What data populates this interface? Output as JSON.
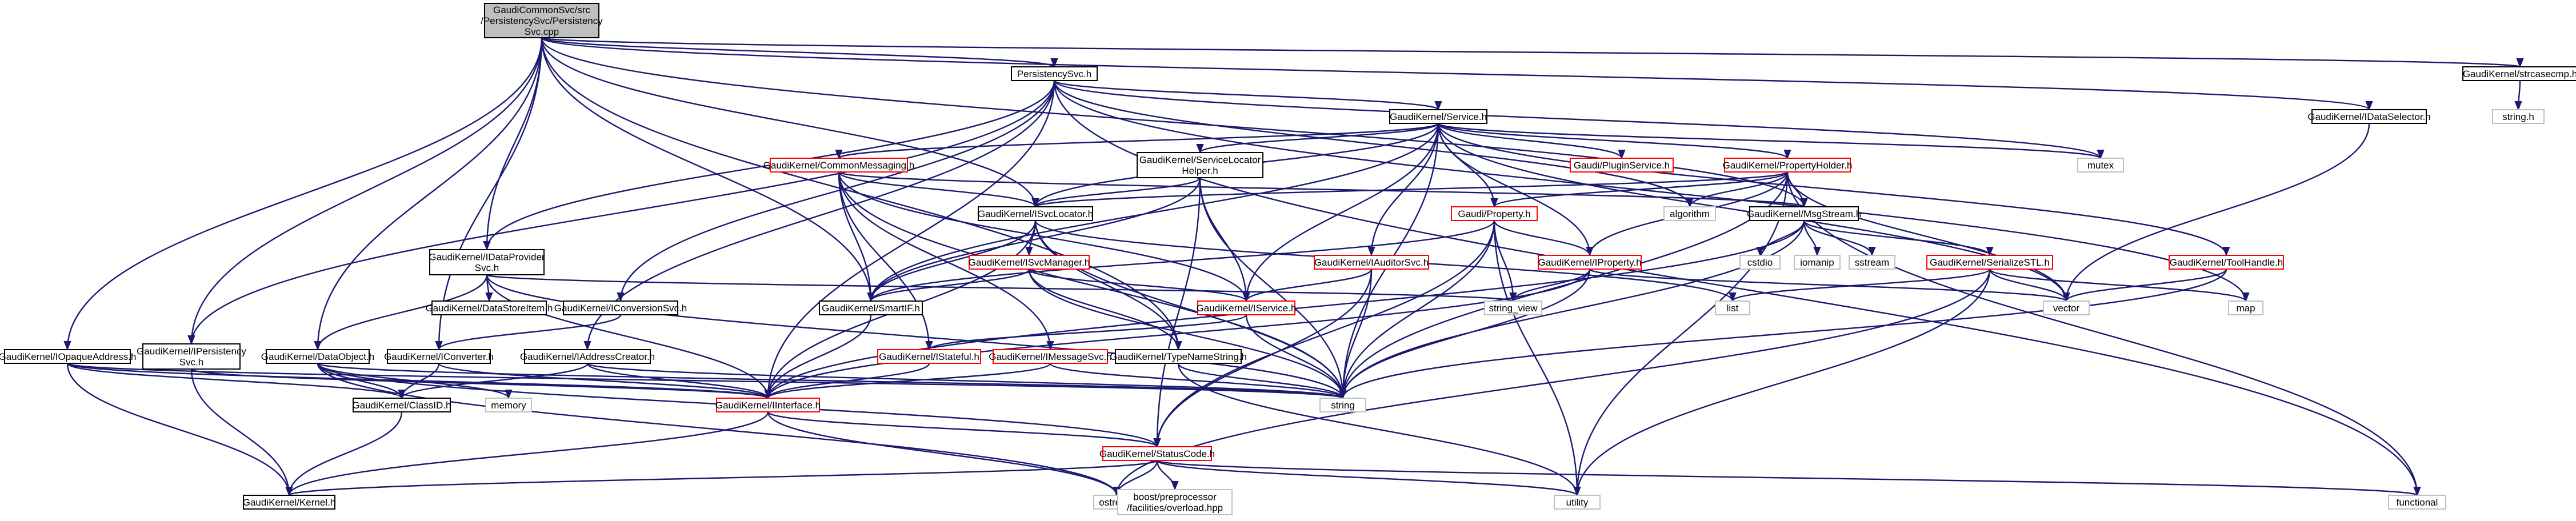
{
  "colors": {
    "edge": "#191970",
    "root_fill": "#bfbfbf",
    "normal_border": "#000000",
    "incomplete_border": "#ff0000",
    "system_border": "#bfbfbf"
  },
  "nodes": [
    {
      "id": "root",
      "kind": "root",
      "lines": [
        "GaudiCommonSvc/src",
        "/PersistencySvc/Persistency",
        "Svc.cpp"
      ]
    },
    {
      "id": "psvc",
      "kind": "normal",
      "lines": [
        "PersistencySvc.h"
      ]
    },
    {
      "id": "strcase",
      "kind": "normal",
      "lines": [
        "GaudiKernel/strcasecmp.h"
      ]
    },
    {
      "id": "stringh",
      "kind": "sys",
      "lines": [
        "string.h"
      ]
    },
    {
      "id": "idsel",
      "kind": "normal",
      "lines": [
        "GaudiKernel/IDataSelector.h"
      ]
    },
    {
      "id": "service",
      "kind": "normal",
      "lines": [
        "GaudiKernel/Service.h"
      ]
    },
    {
      "id": "mutex",
      "kind": "sys",
      "lines": [
        "mutex"
      ]
    },
    {
      "id": "cmsg",
      "kind": "red",
      "lines": [
        "GaudiKernel/CommonMessaging.h"
      ]
    },
    {
      "id": "svclh",
      "kind": "normal",
      "lines": [
        "GaudiKernel/ServiceLocator",
        "Helper.h"
      ]
    },
    {
      "id": "ipluginsvc",
      "kind": "red",
      "lines": [
        "Gaudi/PluginService.h"
      ]
    },
    {
      "id": "propholder",
      "kind": "red",
      "lines": [
        "GaudiKernel/PropertyHolder.h"
      ]
    },
    {
      "id": "isvcloc",
      "kind": "normal",
      "lines": [
        "GaudiKernel/ISvcLocator.h"
      ]
    },
    {
      "id": "algorithm",
      "kind": "sys",
      "lines": [
        "algorithm"
      ]
    },
    {
      "id": "msgstream",
      "kind": "normal",
      "lines": [
        "GaudiKernel/MsgStream.h"
      ]
    },
    {
      "id": "gprop",
      "kind": "red",
      "lines": [
        "Gaudi/Property.h"
      ]
    },
    {
      "id": "iauditorsvc",
      "kind": "red",
      "lines": [
        "GaudiKernel/IAuditorSvc.h"
      ]
    },
    {
      "id": "isvcmgr",
      "kind": "red",
      "lines": [
        "GaudiKernel/ISvcManager.h"
      ]
    },
    {
      "id": "iproperty",
      "kind": "red",
      "lines": [
        "GaudiKernel/IProperty.h"
      ]
    },
    {
      "id": "cstdio",
      "kind": "sys",
      "lines": [
        "cstdio"
      ]
    },
    {
      "id": "iomanip",
      "kind": "sys",
      "lines": [
        "iomanip"
      ]
    },
    {
      "id": "sstream",
      "kind": "sys",
      "lines": [
        "sstream"
      ]
    },
    {
      "id": "serialize",
      "kind": "red",
      "lines": [
        "GaudiKernel/SerializeSTL.h"
      ]
    },
    {
      "id": "toolhandle",
      "kind": "red",
      "lines": [
        "GaudiKernel/ToolHandle.h"
      ]
    },
    {
      "id": "idataprov",
      "kind": "normal",
      "lines": [
        "GaudiKernel/IDataProvider",
        "Svc.h"
      ]
    },
    {
      "id": "datastoreitem",
      "kind": "normal",
      "lines": [
        "GaudiKernel/DataStoreItem.h"
      ]
    },
    {
      "id": "iconvsvc",
      "kind": "normal",
      "lines": [
        "GaudiKernel/IConversionSvc.h"
      ]
    },
    {
      "id": "smartif",
      "kind": "normal",
      "lines": [
        "GaudiKernel/SmartIF.h"
      ]
    },
    {
      "id": "iservice",
      "kind": "red",
      "lines": [
        "GaudiKernel/IService.h"
      ]
    },
    {
      "id": "stringview",
      "kind": "sys",
      "lines": [
        "string_view"
      ]
    },
    {
      "id": "list",
      "kind": "sys",
      "lines": [
        "list"
      ]
    },
    {
      "id": "vector",
      "kind": "sys",
      "lines": [
        "vector"
      ]
    },
    {
      "id": "map",
      "kind": "sys",
      "lines": [
        "map"
      ]
    },
    {
      "id": "iopaque",
      "kind": "normal",
      "lines": [
        "GaudiKernel/IOpaqueAddress.h"
      ]
    },
    {
      "id": "ipersist",
      "kind": "normal",
      "lines": [
        "GaudiKernel/IPersistency",
        "Svc.h"
      ]
    },
    {
      "id": "dataobj",
      "kind": "normal",
      "lines": [
        "GaudiKernel/DataObject.h"
      ]
    },
    {
      "id": "iconverter",
      "kind": "normal",
      "lines": [
        "GaudiKernel/IConverter.h"
      ]
    },
    {
      "id": "iaddrcreator",
      "kind": "normal",
      "lines": [
        "GaudiKernel/IAddressCreator.h"
      ]
    },
    {
      "id": "istateful",
      "kind": "red",
      "lines": [
        "GaudiKernel/IStateful.h"
      ]
    },
    {
      "id": "imsgsvc",
      "kind": "red",
      "lines": [
        "GaudiKernel/IMessageSvc.h"
      ]
    },
    {
      "id": "typename",
      "kind": "normal",
      "lines": [
        "GaudiKernel/TypeNameString.h"
      ]
    },
    {
      "id": "memory",
      "kind": "sys",
      "lines": [
        "memory"
      ]
    },
    {
      "id": "string",
      "kind": "sys",
      "lines": [
        "string"
      ]
    },
    {
      "id": "classid",
      "kind": "normal",
      "lines": [
        "GaudiKernel/ClassID.h"
      ]
    },
    {
      "id": "iinterface",
      "kind": "red",
      "lines": [
        "GaudiKernel/IInterface.h"
      ]
    },
    {
      "id": "statuscode",
      "kind": "red",
      "lines": [
        "GaudiKernel/StatusCode.h"
      ]
    },
    {
      "id": "kernel",
      "kind": "normal",
      "lines": [
        "GaudiKernel/Kernel.h"
      ]
    },
    {
      "id": "ostream",
      "kind": "sys",
      "lines": [
        "ostream"
      ]
    },
    {
      "id": "boostpp",
      "kind": "sys",
      "lines": [
        "boost/preprocessor",
        "/facilities/overload.hpp"
      ]
    },
    {
      "id": "utility",
      "kind": "sys",
      "lines": [
        "utility"
      ]
    },
    {
      "id": "functional",
      "kind": "sys",
      "lines": [
        "functional"
      ]
    }
  ]
}
